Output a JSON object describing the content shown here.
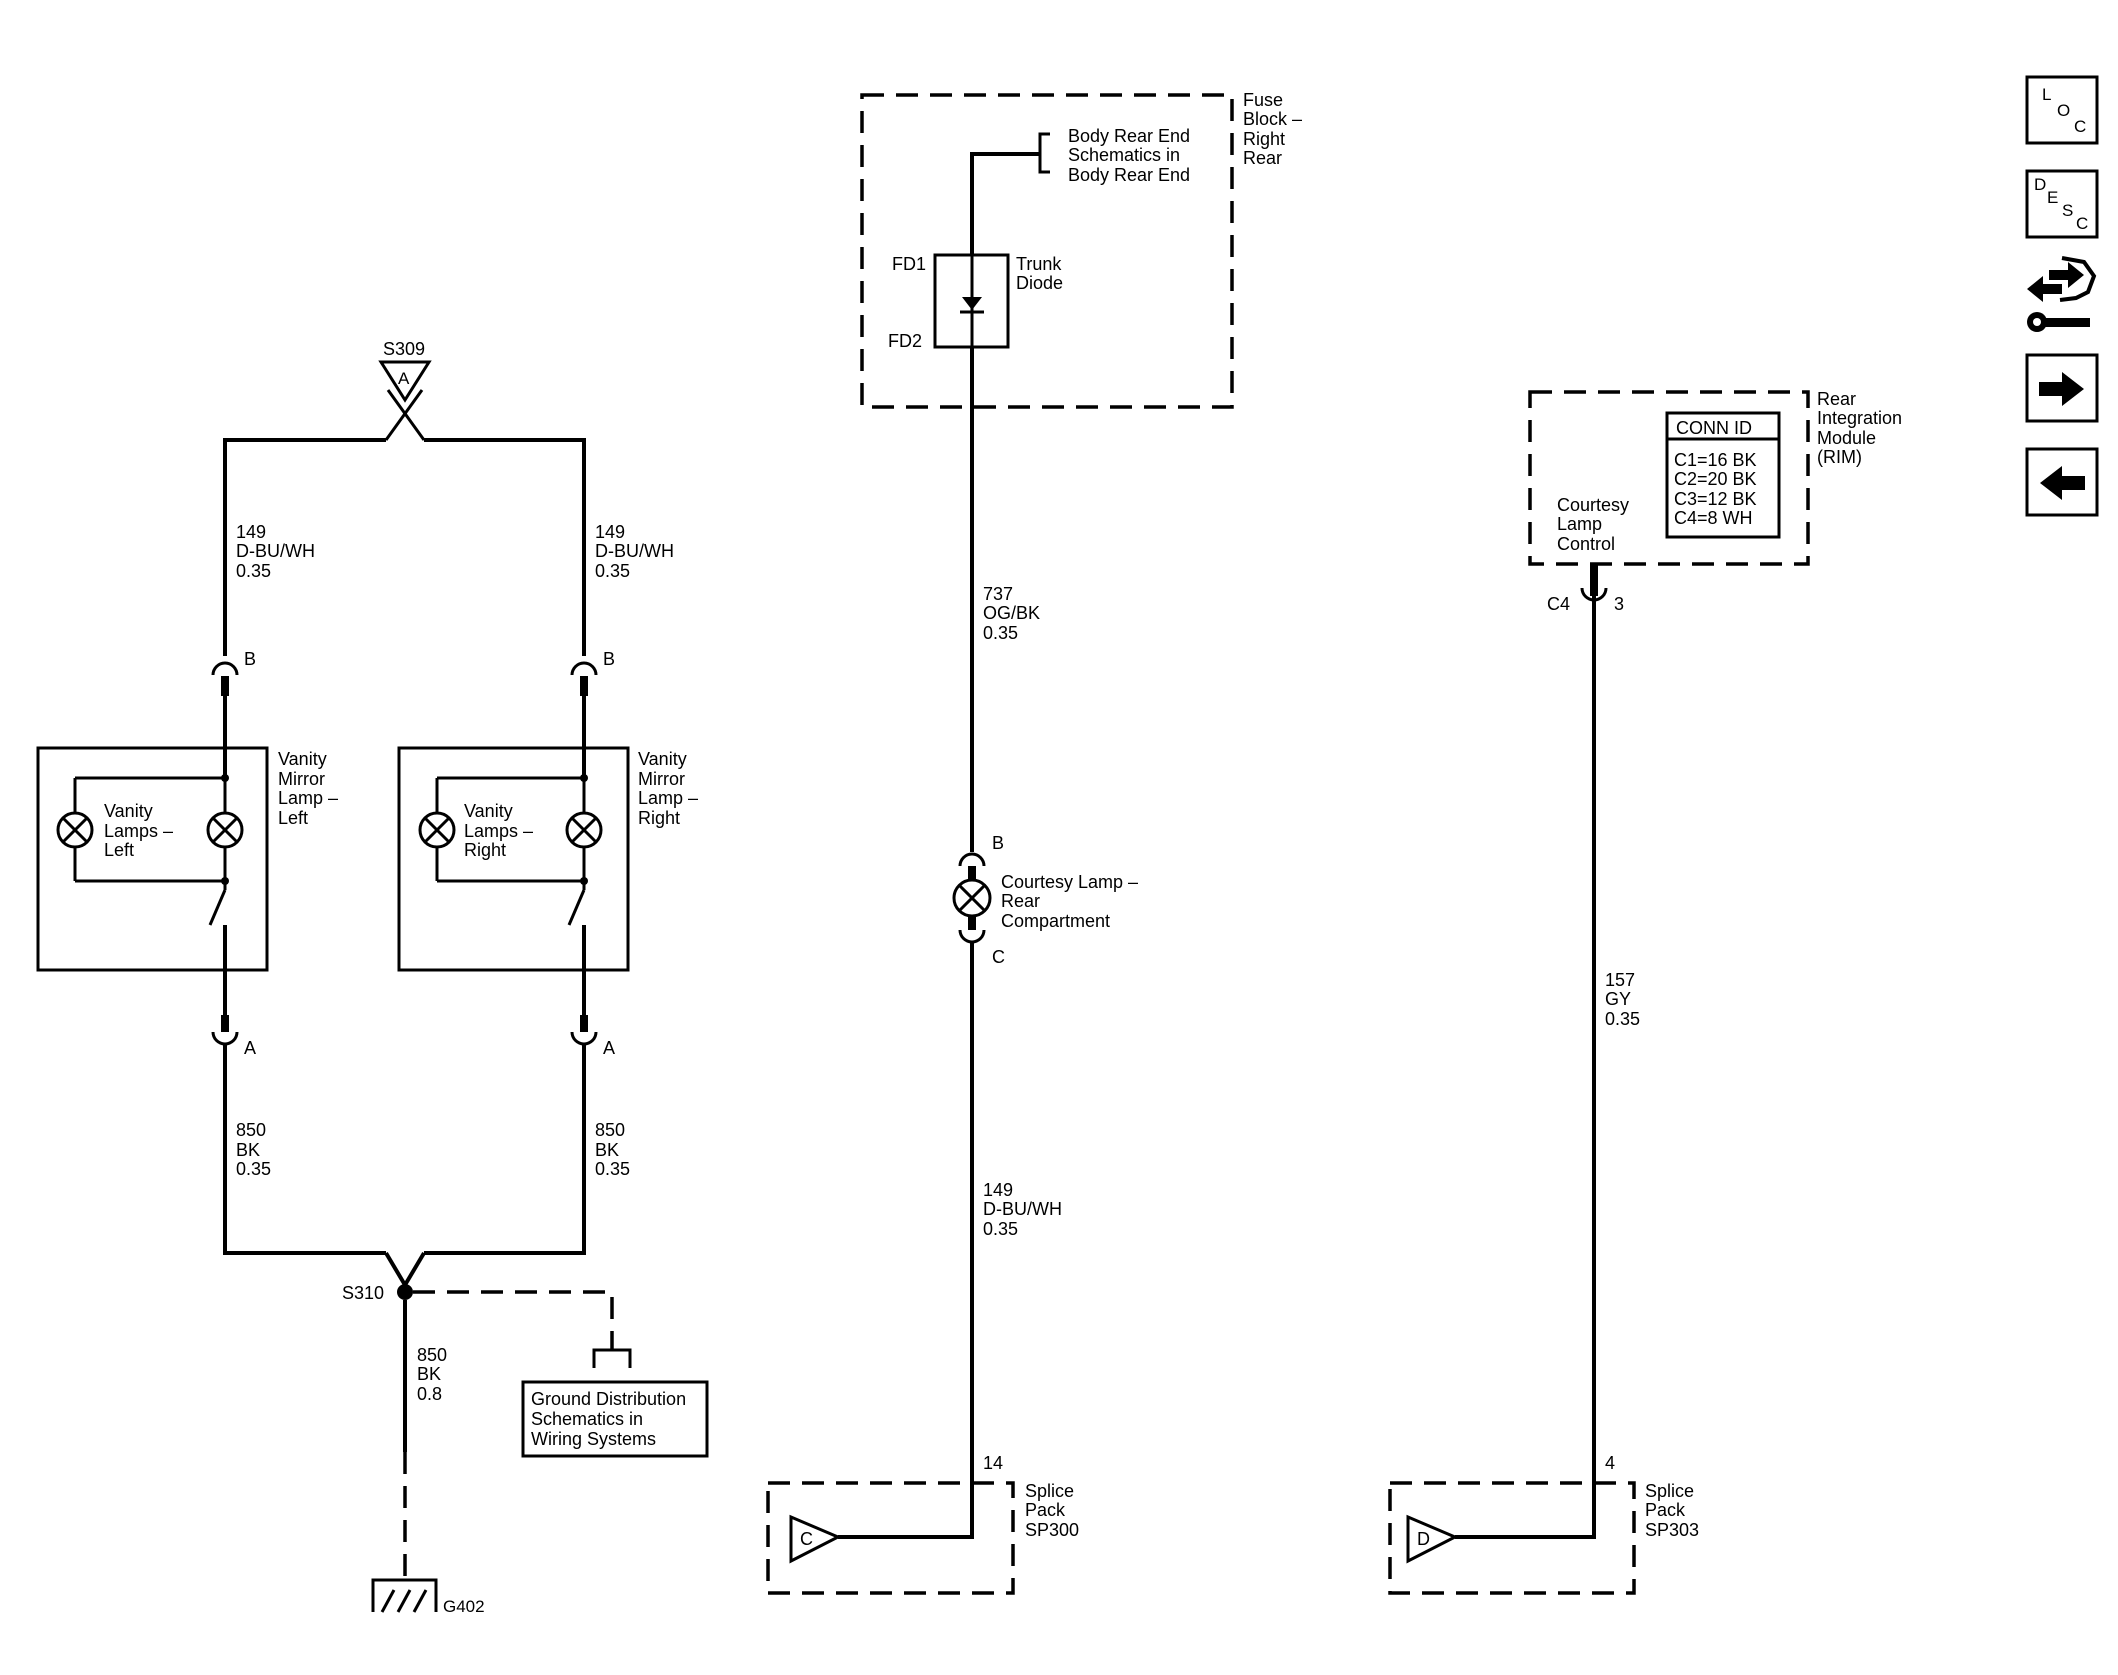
{
  "splices": {
    "s309": {
      "id": "S309",
      "letter": "A"
    },
    "s310": {
      "id": "S310"
    }
  },
  "ground": {
    "id": "G402"
  },
  "ground_ref": {
    "lines": [
      "Ground Distribution",
      "Schematics in",
      "Wiring Systems"
    ]
  },
  "fuse_block": {
    "name": [
      "Fuse",
      "Block –",
      "Right",
      "Rear"
    ],
    "ref": [
      "Body Rear End",
      "Schematics in",
      "Body Rear End"
    ],
    "diode": {
      "name": [
        "Trunk",
        "Diode"
      ],
      "pin_top": "FD1",
      "pin_bottom": "FD2"
    }
  },
  "vanity_left": {
    "component": [
      "Vanity",
      "Mirror",
      "Lamp –",
      "Left"
    ],
    "lamps": [
      "Vanity",
      "Lamps –",
      "Left"
    ],
    "pin_top": "B",
    "pin_bottom": "A"
  },
  "vanity_right": {
    "component": [
      "Vanity",
      "Mirror",
      "Lamp –",
      "Right"
    ],
    "lamps": [
      "Vanity",
      "Lamps –",
      "Right"
    ],
    "pin_top": "B",
    "pin_bottom": "A"
  },
  "courtesy_lamp": {
    "name": [
      "Courtesy Lamp –",
      "Rear",
      "Compartment"
    ],
    "pin_top": "B",
    "pin_bottom": "C"
  },
  "rim": {
    "name": [
      "Rear",
      "Integration",
      "Module",
      "(RIM)"
    ],
    "conn_title": "CONN ID",
    "conn_rows": [
      "C1=16 BK",
      "C2=20 BK",
      "C3=12 BK",
      "C4=8 WH"
    ],
    "control": [
      "Courtesy",
      "Lamp",
      "Control"
    ],
    "connector": "C4",
    "pin": "3"
  },
  "splice_packs": [
    {
      "letter": "C",
      "pin": "14",
      "name": [
        "Splice",
        "Pack",
        "SP300"
      ]
    },
    {
      "letter": "D",
      "pin": "4",
      "name": [
        "Splice",
        "Pack",
        "SP303"
      ]
    }
  ],
  "wires": {
    "vl_top": [
      "149",
      "D-BU/WH",
      "0.35"
    ],
    "vr_top": [
      "149",
      "D-BU/WH",
      "0.35"
    ],
    "vl_bot": [
      "850",
      "BK",
      "0.35"
    ],
    "vr_bot": [
      "850",
      "BK",
      "0.35"
    ],
    "ground": [
      "850",
      "BK",
      "0.8"
    ],
    "fuse_to_lamp": [
      "737",
      "OG/BK",
      "0.35"
    ],
    "lamp_to_sp300": [
      "149",
      "D-BU/WH",
      "0.35"
    ],
    "rim_to_sp303": [
      "157",
      "GY",
      "0.35"
    ]
  },
  "nav": {
    "loc": [
      "L",
      "O",
      "C"
    ],
    "desc": [
      "D",
      "E",
      "S",
      "C"
    ],
    "icons": [
      "connector-tool-icon",
      "arrow-right-icon",
      "arrow-left-icon"
    ]
  }
}
